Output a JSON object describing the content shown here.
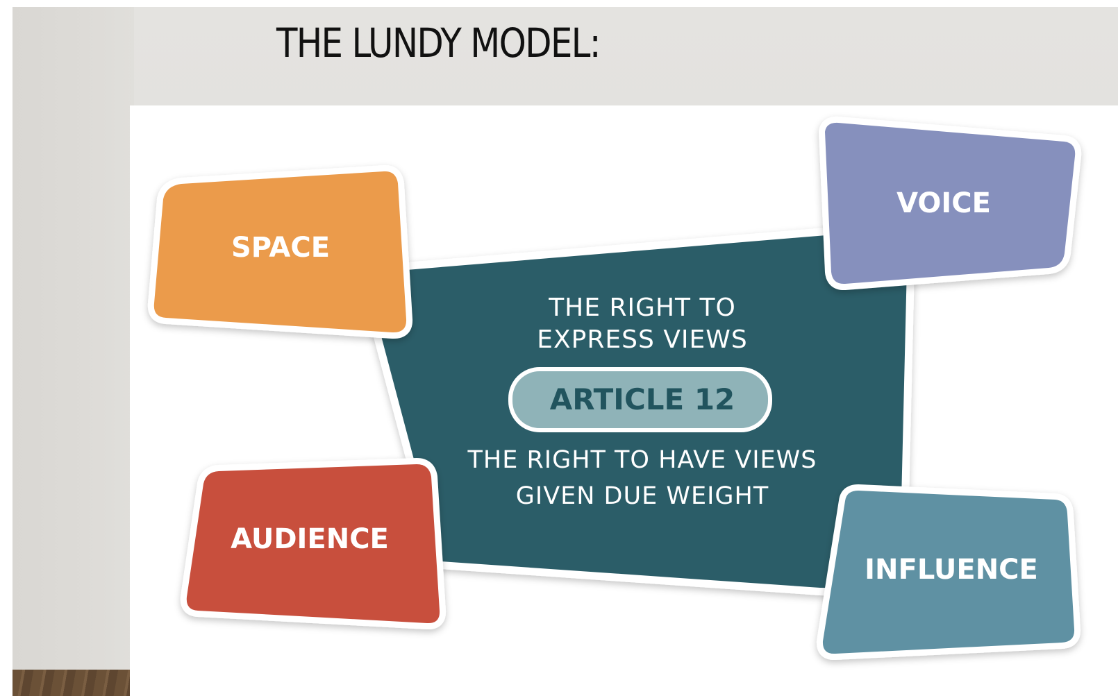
{
  "slide": {
    "title": "THE LUNDY MODEL:"
  },
  "center": {
    "line1": "THE RIGHT TO",
    "line2": "EXPRESS VIEWS",
    "badge": "ARTICLE 12",
    "line3": "THE RIGHT TO HAVE VIEWS",
    "line4": "GIVEN DUE WEIGHT"
  },
  "cards": {
    "space": "SPACE",
    "voice": "VOICE",
    "audience": "AUDIENCE",
    "influence": "INFLUENCE"
  },
  "colors": {
    "center": "#2b5d68",
    "badge": "#8fb3b8",
    "space": "#eb9b4b",
    "voice": "#8690bd",
    "audience": "#c84f3d",
    "influence": "#5f91a3"
  }
}
